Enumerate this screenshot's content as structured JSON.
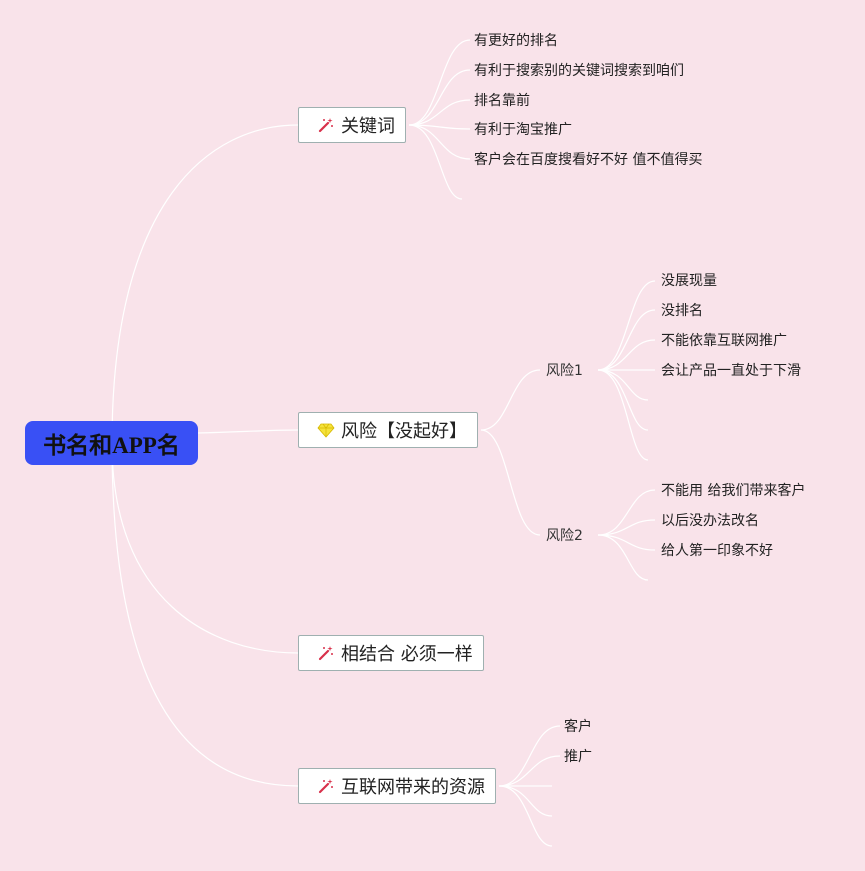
{
  "root": {
    "label": "书名和APP名"
  },
  "topics": [
    {
      "label": "关键词",
      "icon": "magic-wand-icon",
      "children": [
        "有更好的排名",
        "有利于搜索别的关键词搜索到咱们",
        "排名靠前",
        "有利于淘宝推广",
        "客户会在百度搜看好不好 值不值得买"
      ]
    },
    {
      "label": "风险【没起好】",
      "icon": "diamond-icon",
      "subtopics": [
        {
          "label": "风险1",
          "children": [
            "没展现量",
            "没排名",
            "不能依靠互联网推广",
            "会让产品一直处于下滑"
          ]
        },
        {
          "label": "风险2",
          "children": [
            "不能用 给我们带来客户",
            "以后没办法改名",
            "给人第一印象不好"
          ]
        }
      ]
    },
    {
      "label": "相结合 必须一样",
      "icon": "magic-wand-icon"
    },
    {
      "label": "互联网带来的资源",
      "icon": "magic-wand-icon",
      "children": [
        "客户",
        "推广"
      ]
    }
  ],
  "colors": {
    "background": "#f9e3ea",
    "root": "#3950f5",
    "connector": "#ffffff",
    "wand": "#d8304a",
    "diamond": "#f5e23a"
  }
}
